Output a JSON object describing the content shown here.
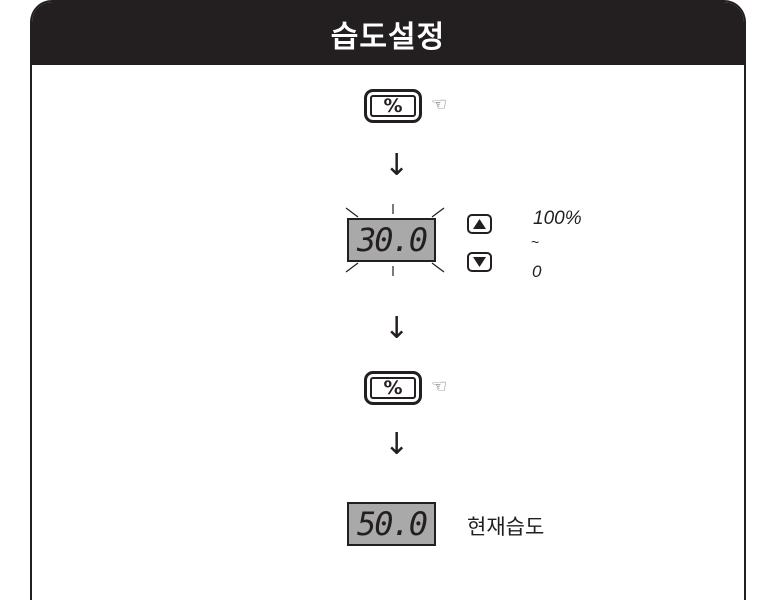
{
  "title": "습도설정",
  "set_key": {
    "label": "%",
    "icon": "pointing-hand-icon"
  },
  "arrows": [
    "↓",
    "↓",
    "↓"
  ],
  "display_set": {
    "value": "30.0",
    "blinking": true
  },
  "up_button": {
    "icon": "triangle-up-icon"
  },
  "down_button": {
    "icon": "triangle-down-icon"
  },
  "range": {
    "max": "100%",
    "separator": "~",
    "min": "0"
  },
  "display_current": {
    "value": "50.0"
  },
  "current_label": "현재습도",
  "colors": {
    "frame": "#231f20",
    "lcd": "#a9a9a9"
  }
}
